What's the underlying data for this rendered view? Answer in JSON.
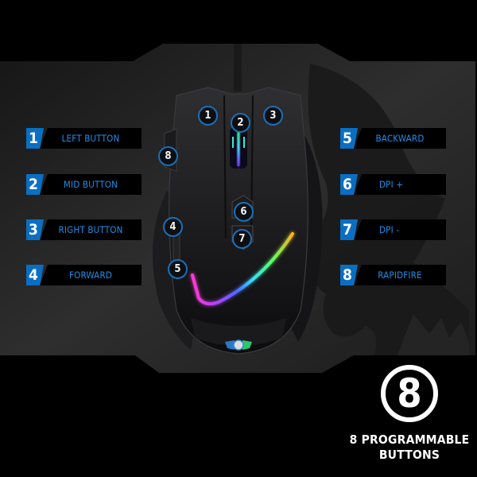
{
  "left_labels": [
    {
      "number": "1",
      "label": "LEFT BUTTON"
    },
    {
      "number": "2",
      "label": "MID BUTTON"
    },
    {
      "number": "3",
      "label": "RIGHT BUTTON"
    },
    {
      "number": "4",
      "label": "FORWARD"
    }
  ],
  "right_labels": [
    {
      "number": "5",
      "label": "BACKWARD"
    },
    {
      "number": "6",
      "label": "DPI +"
    },
    {
      "number": "7",
      "label": "DPI -"
    },
    {
      "number": "8",
      "label": "RAPIDFIRE"
    }
  ],
  "mouse_callouts": [
    "1",
    "2",
    "3",
    "4",
    "5",
    "6",
    "7",
    "8"
  ],
  "feature": {
    "icon_number": "8",
    "caption_line1": "8 PROGRAMMABLE",
    "caption_line2": "BUTTONS"
  },
  "colors": {
    "accent_blue": "#0a6fc2",
    "label_text_blue": "#1f8ee8",
    "panel_gray": "#2a2a2a",
    "background": "#000000"
  }
}
